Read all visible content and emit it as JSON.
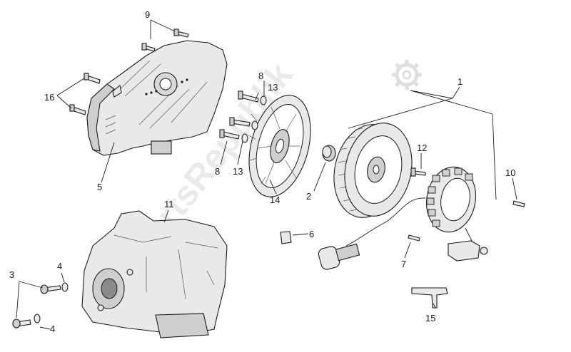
{
  "watermark": {
    "text": "PartsRepublik",
    "icon": "gear-icon"
  },
  "callouts": {
    "c1": "1",
    "c2": "2",
    "c3": "3",
    "c4a": "4",
    "c4b": "4",
    "c5": "5",
    "c6": "6",
    "c7": "7",
    "c8a": "8",
    "c8b": "8",
    "c9": "9",
    "c10": "10",
    "c11": "11",
    "c12": "12",
    "c13a": "13",
    "c13b": "13",
    "c14": "14",
    "c15": "15",
    "c16": "16"
  }
}
